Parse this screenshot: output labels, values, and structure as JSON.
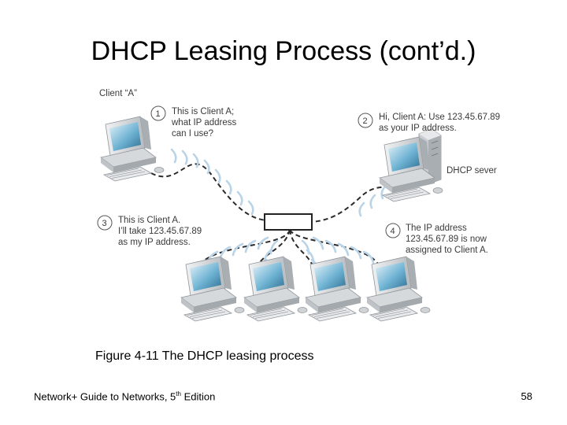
{
  "slide": {
    "title": "DHCP Leasing Process (cont’d.)",
    "caption": "Figure 4-11 The DHCP leasing process",
    "footer": {
      "text_before_sup": "Network+ Guide to Networks, 5",
      "sup": "th",
      "text_after_sup": " Edition"
    },
    "page_number": "58"
  },
  "diagram": {
    "client_label": "Client “A”",
    "server_label": "DHCP sever",
    "steps": [
      {
        "number": "1",
        "lines": [
          "This is Client A;",
          "what IP address",
          "can I use?"
        ]
      },
      {
        "number": "2",
        "lines": [
          "Hi, Client A: Use 123.45.67.89",
          "as your IP address."
        ]
      },
      {
        "number": "3",
        "lines": [
          "This is Client A.",
          "I’ll take 123.45.67.89",
          "as my IP address."
        ]
      },
      {
        "number": "4",
        "lines": [
          "The IP address",
          "123.45.67.89 is now",
          "assigned to Client A."
        ]
      }
    ],
    "colors": {
      "cable": "#2b2b2b",
      "wave": "#b9d4e8",
      "screen": "#5fa8c9",
      "computer_body": "#d9dcdf"
    }
  }
}
